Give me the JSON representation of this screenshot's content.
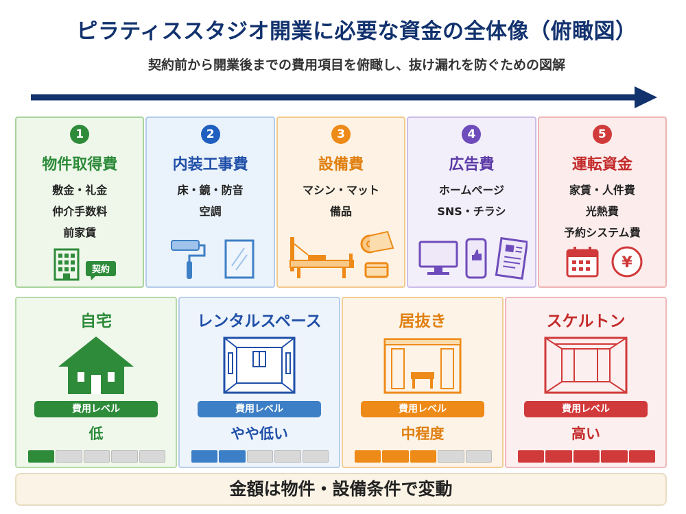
{
  "title": "ピラティススタジオ開業に必要な資金の全体像（俯瞰図）",
  "subtitle": "契約前から開業後までの費用項目を俯瞰し、抜け漏れを防ぐための図解",
  "phases": [
    {
      "number": "1",
      "name": "物件取得費",
      "items": [
        "敷金・礼金",
        "仲介手数料",
        "前家賃"
      ],
      "color": "#2e8b3a",
      "icons": [
        "building-icon",
        "contract-icon"
      ],
      "badge": "契約"
    },
    {
      "number": "2",
      "name": "内装工事費",
      "items": [
        "床・鏡・防音",
        "空調"
      ],
      "color": "#1f5fbf",
      "icons": [
        "paint-roller-icon",
        "mirror-icon"
      ]
    },
    {
      "number": "3",
      "name": "設備費",
      "items": [
        "マシン・マット",
        "備品"
      ],
      "color": "#ee8a17",
      "icons": [
        "reformer-machine-icon",
        "mat-roll-icon"
      ]
    },
    {
      "number": "4",
      "name": "広告費",
      "items": [
        "ホームページ",
        "SNS・チラシ"
      ],
      "color": "#6e4cbb",
      "icons": [
        "monitor-icon",
        "smartphone-icon",
        "flyer-icon"
      ]
    },
    {
      "number": "5",
      "name": "運転資金",
      "items": [
        "家賃・人件費",
        "光熱費",
        "予約システム費"
      ],
      "color": "#d13a3a",
      "icons": [
        "calendar-icon",
        "yen-coin-icon"
      ],
      "coin_symbol": "¥"
    }
  ],
  "types": [
    {
      "name": "自宅",
      "level_label": "費用レベル",
      "level_value": "低",
      "level": 1.0,
      "color": "#2e8b3a",
      "icon": "house-icon"
    },
    {
      "name": "レンタルスペース",
      "level_label": "費用レベル",
      "level_value": "やや低い",
      "level": 2.0,
      "color": "#3d7fc6",
      "icon": "rental-room-icon"
    },
    {
      "name": "居抜き",
      "level_label": "費用レベル",
      "level_value": "中程度",
      "level": 3.0,
      "color": "#ee8a17",
      "icon": "furnished-room-icon"
    },
    {
      "name": "スケルトン",
      "level_label": "費用レベル",
      "level_value": "高い",
      "level": 5.0,
      "color": "#d13a3a",
      "icon": "empty-shell-icon"
    }
  ],
  "level_max": 5,
  "footer": "金額は物件・設備条件で変動"
}
